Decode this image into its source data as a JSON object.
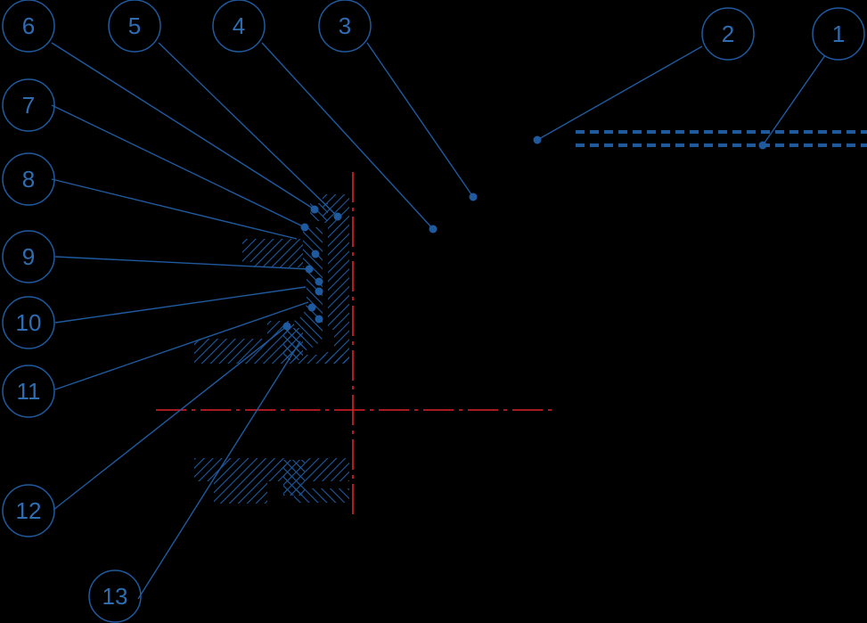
{
  "diagram": {
    "background": "#000000",
    "line_color": "#1f5a9e",
    "text_color": "#2f6db3",
    "axis_color": "#e0202a",
    "callouts": [
      {
        "id": "c1",
        "label": "1"
      },
      {
        "id": "c2",
        "label": "2"
      },
      {
        "id": "c3",
        "label": "3"
      },
      {
        "id": "c4",
        "label": "4"
      },
      {
        "id": "c5",
        "label": "5"
      },
      {
        "id": "c6",
        "label": "6"
      },
      {
        "id": "c7",
        "label": "7"
      },
      {
        "id": "c8",
        "label": "8"
      },
      {
        "id": "c9",
        "label": "9"
      },
      {
        "id": "c10",
        "label": "10"
      },
      {
        "id": "c11",
        "label": "11"
      },
      {
        "id": "c12",
        "label": "12"
      },
      {
        "id": "c13",
        "label": "13"
      }
    ]
  }
}
